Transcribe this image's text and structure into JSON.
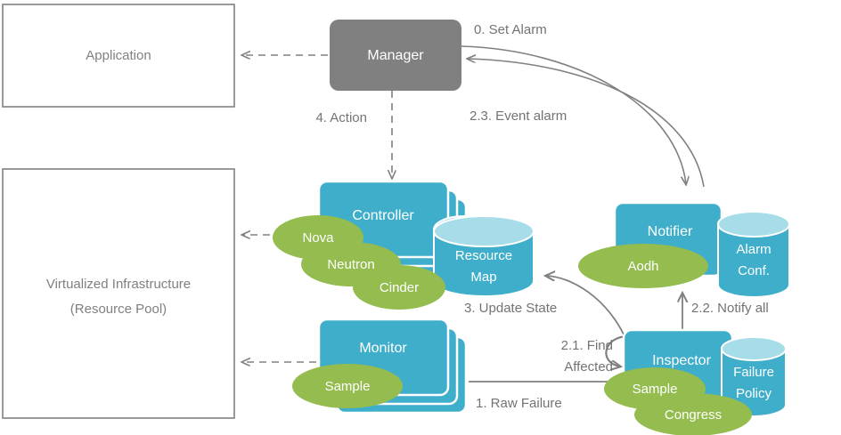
{
  "diagram": {
    "title": "OpenStack fault management architecture flow",
    "colors": {
      "teal": "#3FAECA",
      "teal_light": "#A7DCE9",
      "green": "#94BC4E",
      "gray_box": "#808080",
      "stroke_gray": "#808080",
      "label_gray": "#737373",
      "background": "#FFFFFF"
    },
    "plain_boxes": [
      {
        "id": "application",
        "label": "Application"
      },
      {
        "id": "infrastructure",
        "label_line1": "Virtualized  Infrastructure",
        "label_line2": "(Resource Pool)"
      }
    ],
    "gray_nodes": [
      {
        "id": "manager",
        "label": "Manager"
      }
    ],
    "teal_nodes": [
      {
        "id": "controller",
        "label": "Controller",
        "stacked": true
      },
      {
        "id": "monitor",
        "label": "Monitor",
        "stacked": true
      },
      {
        "id": "notifier",
        "label": "Notifier",
        "stacked": false
      },
      {
        "id": "inspector",
        "label": "Inspector",
        "stacked": false
      }
    ],
    "cylinders": [
      {
        "id": "resource-map",
        "label_line1": "Resource",
        "label_line2": "Map"
      },
      {
        "id": "alarm-conf",
        "label_line1": "Alarm",
        "label_line2": "Conf."
      },
      {
        "id": "failure-policy",
        "label_line1": "Failure",
        "label_line2": "Policy"
      }
    ],
    "pills": [
      {
        "id": "nova",
        "label": "Nova"
      },
      {
        "id": "neutron",
        "label": "Neutron"
      },
      {
        "id": "cinder",
        "label": "Cinder"
      },
      {
        "id": "aodh",
        "label": "Aodh"
      },
      {
        "id": "sample-monitor",
        "label": "Sample"
      },
      {
        "id": "sample-inspector",
        "label": "Sample"
      },
      {
        "id": "congress",
        "label": "Congress"
      }
    ],
    "edge_labels": [
      {
        "id": "set-alarm",
        "text": "0. Set Alarm"
      },
      {
        "id": "event-alarm",
        "text": "2.3. Event alarm"
      },
      {
        "id": "action",
        "text": "4. Action"
      },
      {
        "id": "update-state",
        "text": "3. Update State"
      },
      {
        "id": "notify-all",
        "text": "2.2. Notify all"
      },
      {
        "id": "find-affected-line1",
        "text": "2.1. Find"
      },
      {
        "id": "find-affected-line2",
        "text": "Affected"
      },
      {
        "id": "raw-failure",
        "text": "1. Raw Failure"
      }
    ]
  }
}
